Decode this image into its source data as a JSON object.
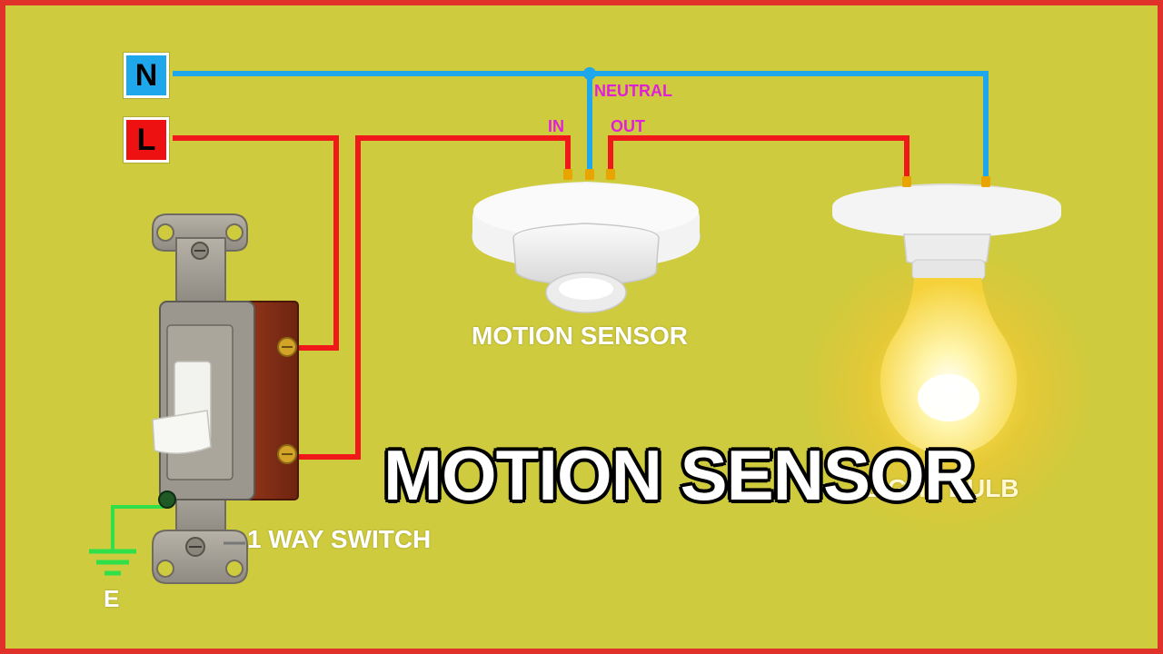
{
  "terminals": {
    "neutral": {
      "label": "N",
      "color": "#1ea7ea"
    },
    "live": {
      "label": "L",
      "color": "#ee1111"
    }
  },
  "wire_labels": {
    "neutral": "NEUTRAL",
    "in": "IN",
    "out": "OUT"
  },
  "component_labels": {
    "motion_sensor": "MOTION SENSOR",
    "light_bulb": "LIGHT BULB",
    "switch": "1 WAY SWITCH",
    "earth": "E"
  },
  "title": "MOTION SENSOR",
  "colors": {
    "background": "#cfcb3e",
    "border": "#e0312a",
    "live_wire": "#f01818",
    "neutral_wire": "#1ea7ea",
    "earth_wire": "#2fe04a",
    "pin": "#e8a400",
    "label_pink": "#e020d8"
  }
}
